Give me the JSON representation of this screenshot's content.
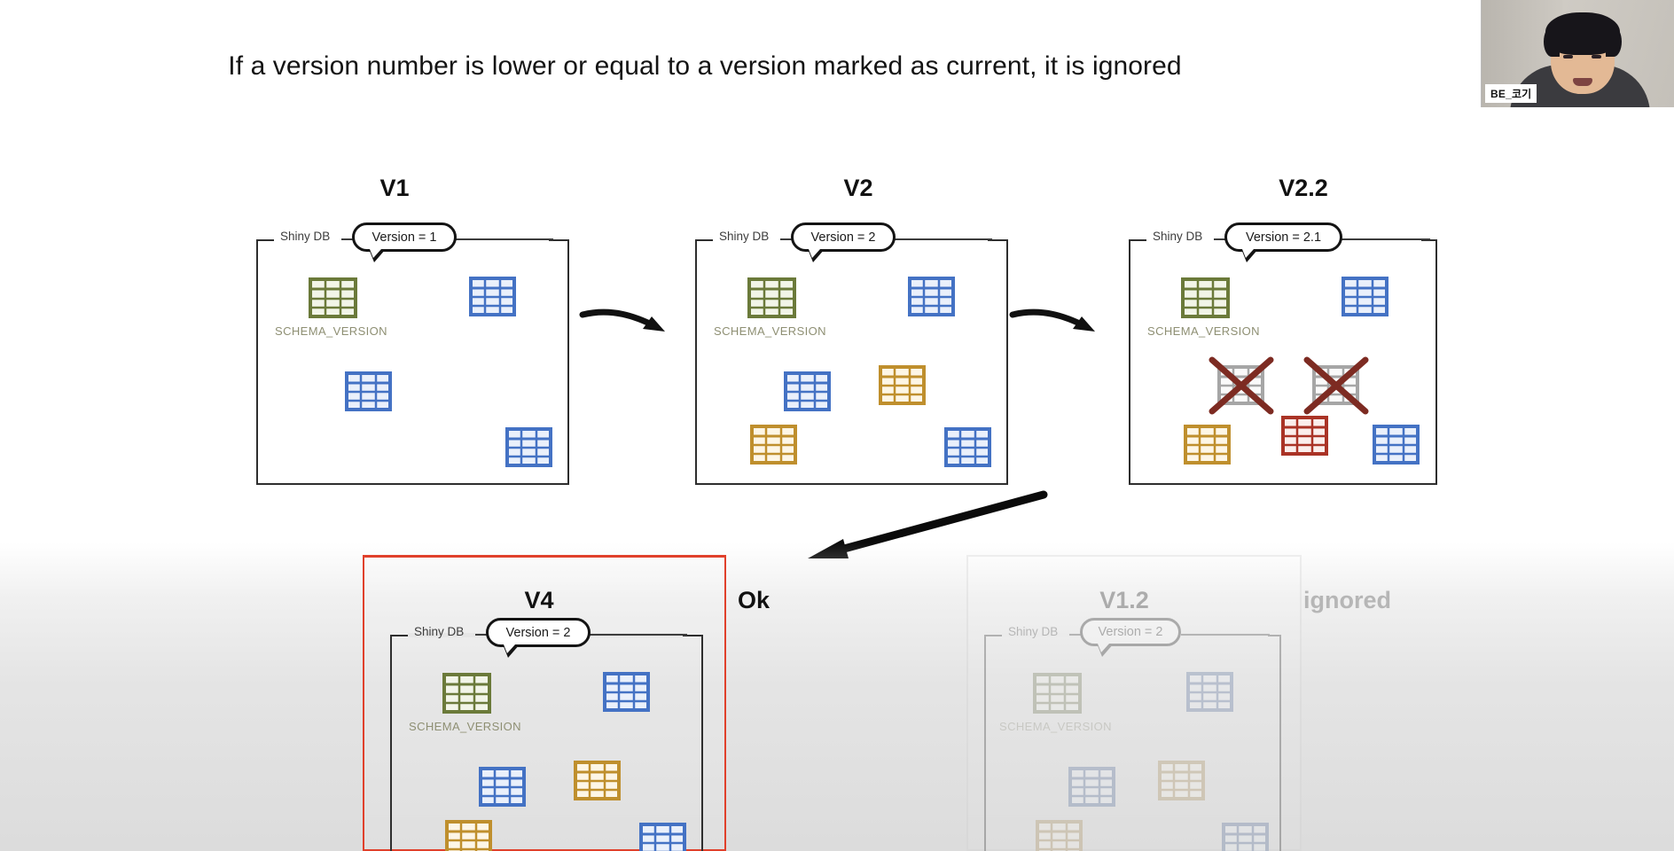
{
  "slide": {
    "title": "If a version number is lower or equal to a version marked as current, it is ignored",
    "shiny_db_label": "Shiny DB",
    "schema_version_caption": "SCHEMA_VERSION"
  },
  "colors": {
    "schema_green": "#6b7a3a",
    "table_blue": "#4472c4",
    "table_orange": "#bf8f2d",
    "table_red": "#aa3326",
    "table_gray": "#a6a6a6",
    "cross_dark_red": "#7d2b22",
    "ok_border_red": "#e0402b",
    "ignored_border_gray": "#cfcfcf",
    "text_dark": "#141414"
  },
  "stages": [
    {
      "id": "v1",
      "label": "V1",
      "bubble": "Version = 1",
      "shiny": "Shiny DB",
      "schema_caption": "SCHEMA_VERSION",
      "tables": [
        {
          "color": "schema_green",
          "crossed": false
        },
        {
          "color": "table_blue",
          "crossed": false
        },
        {
          "color": "table_blue",
          "crossed": false
        },
        {
          "color": "table_blue",
          "crossed": false
        }
      ]
    },
    {
      "id": "v2",
      "label": "V2",
      "bubble": "Version = 2",
      "shiny": "Shiny DB",
      "schema_caption": "SCHEMA_VERSION",
      "tables": [
        {
          "color": "schema_green",
          "crossed": false
        },
        {
          "color": "table_blue",
          "crossed": false
        },
        {
          "color": "table_blue",
          "crossed": false
        },
        {
          "color": "table_orange",
          "crossed": false
        },
        {
          "color": "table_orange",
          "crossed": false
        },
        {
          "color": "table_blue",
          "crossed": false
        }
      ]
    },
    {
      "id": "v22",
      "label": "V2.2",
      "bubble": "Version = 2.1",
      "shiny": "Shiny DB",
      "schema_caption": "SCHEMA_VERSION",
      "tables": [
        {
          "color": "schema_green",
          "crossed": false
        },
        {
          "color": "table_blue",
          "crossed": false
        },
        {
          "color": "table_gray",
          "crossed": true
        },
        {
          "color": "table_gray",
          "crossed": true
        },
        {
          "color": "table_orange",
          "crossed": false
        },
        {
          "color": "table_red",
          "crossed": false
        },
        {
          "color": "table_blue",
          "crossed": false
        }
      ]
    },
    {
      "id": "v4",
      "label": "V4",
      "bubble": "Version = 2",
      "shiny": "Shiny DB",
      "schema_caption": "SCHEMA_VERSION",
      "verdict": "Ok",
      "tables": [
        {
          "color": "schema_green",
          "crossed": false
        },
        {
          "color": "table_blue",
          "crossed": false
        },
        {
          "color": "table_blue",
          "crossed": false
        },
        {
          "color": "table_orange",
          "crossed": false
        },
        {
          "color": "table_orange",
          "crossed": false
        },
        {
          "color": "table_blue",
          "crossed": false
        }
      ]
    },
    {
      "id": "v12",
      "label": "V1.2",
      "bubble": "Version = 2",
      "shiny": "Shiny DB",
      "schema_caption": "SCHEMA_VERSION",
      "verdict": "ignored",
      "tables": [
        {
          "color": "schema_green",
          "crossed": false
        },
        {
          "color": "table_blue",
          "crossed": false
        },
        {
          "color": "table_blue",
          "crossed": false
        },
        {
          "color": "table_orange",
          "crossed": false
        },
        {
          "color": "table_orange",
          "crossed": false
        },
        {
          "color": "table_blue",
          "crossed": false
        }
      ]
    }
  ],
  "verdicts": {
    "ok": "Ok",
    "ignored": "ignored"
  },
  "webcam": {
    "name_tag": "BE_코기"
  }
}
